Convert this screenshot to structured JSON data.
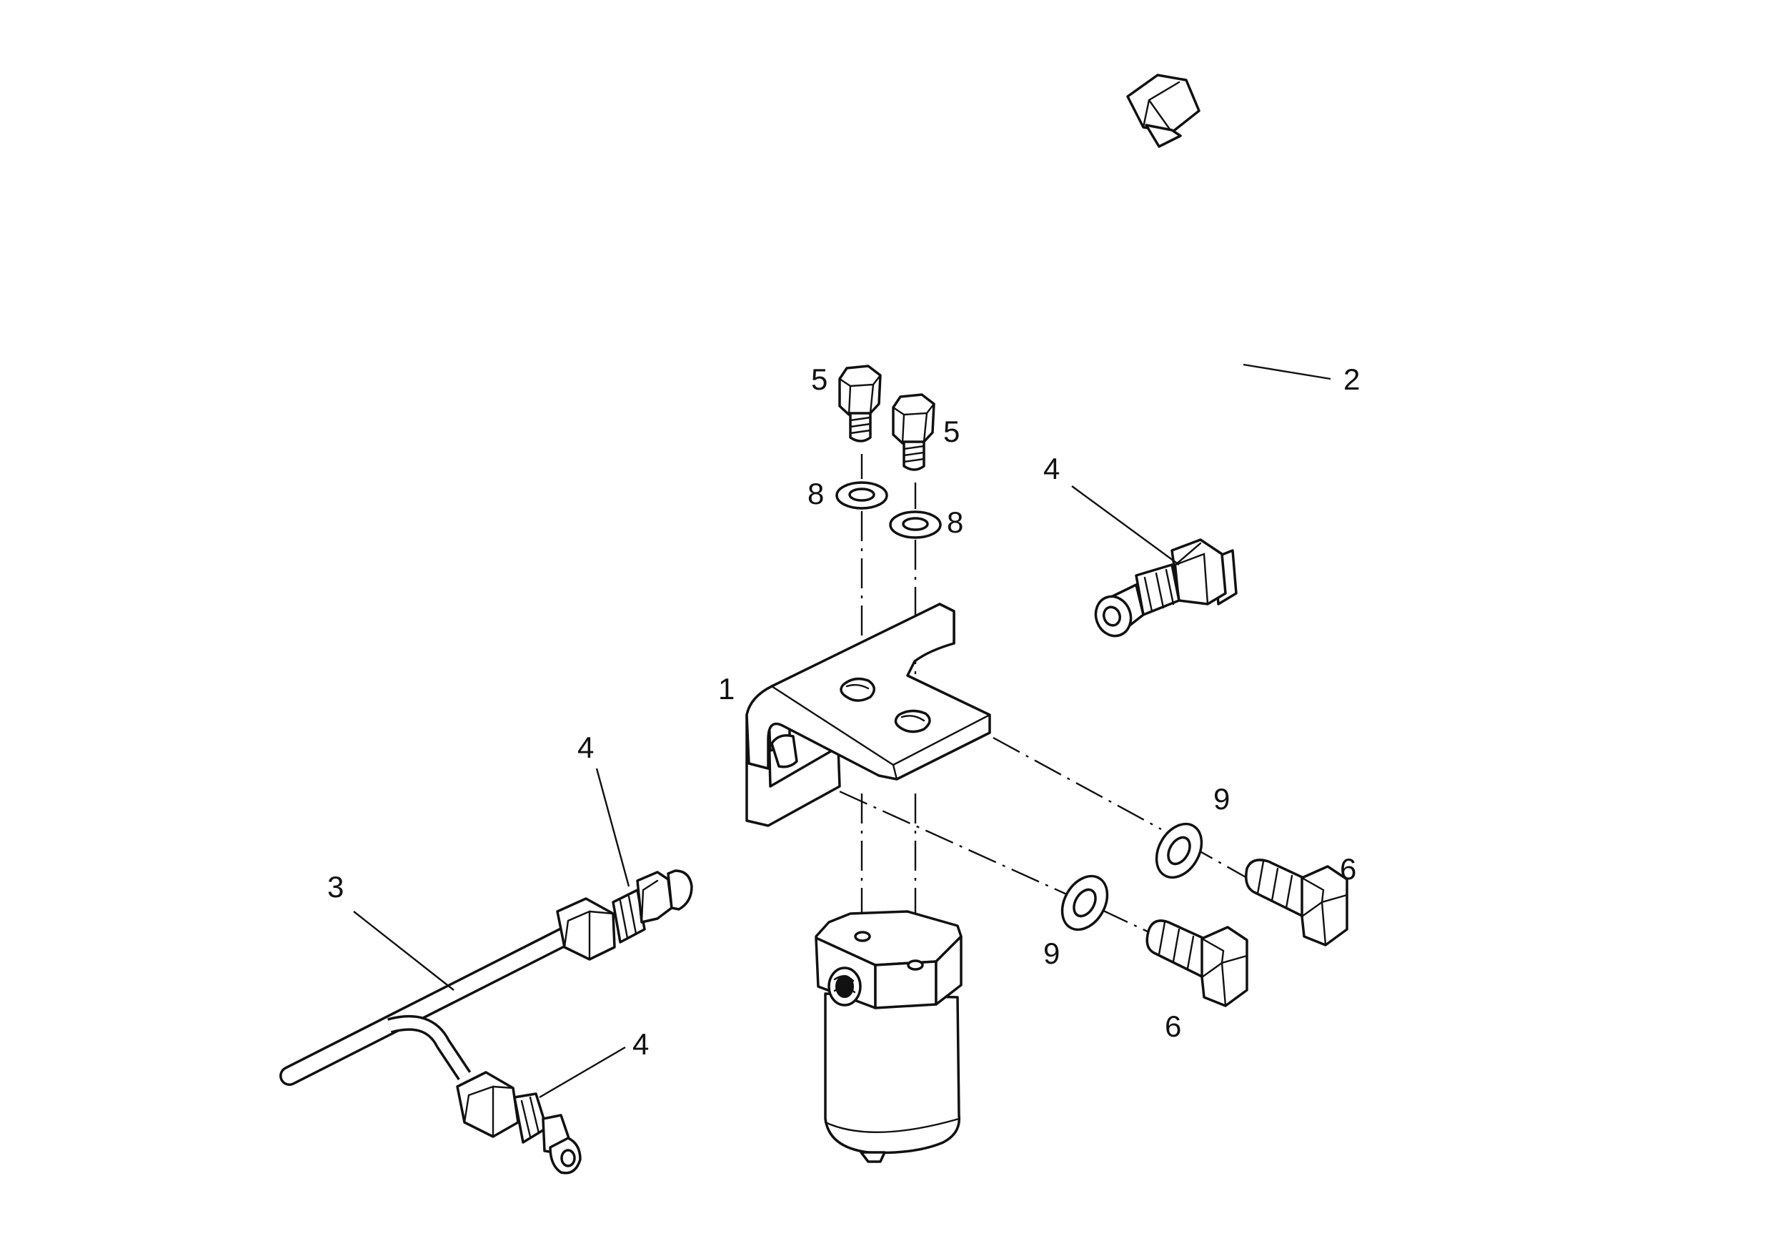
{
  "callouts": {
    "bracket": "1",
    "pipe_right": "2",
    "pipe_left": "3",
    "fitting_right": "4",
    "fitting_left_top": "4",
    "fitting_left_bottom": "4",
    "bolt_top_left": "5",
    "bolt_top_right": "5",
    "washer_top_left": "8",
    "washer_top_right": "8",
    "washer_side_upper": "9",
    "washer_side_lower": "9",
    "bolt_side_upper": "6",
    "bolt_side_lower": "6"
  }
}
